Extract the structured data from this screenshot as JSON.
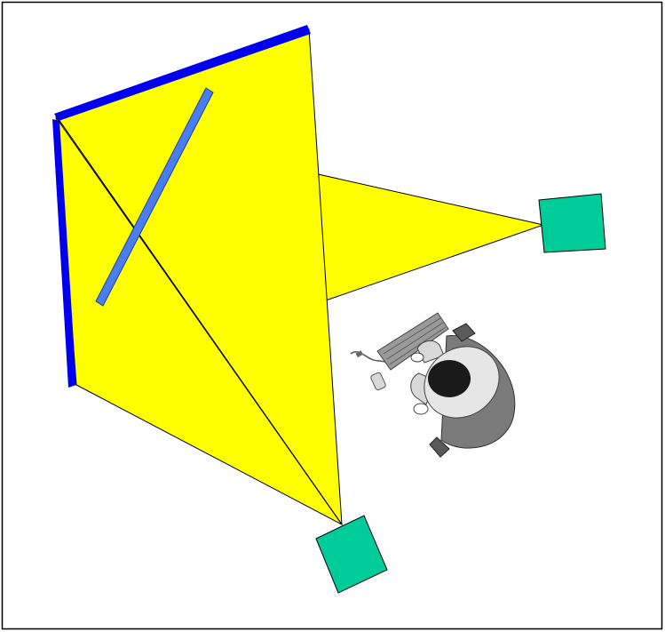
{
  "diagram": {
    "colors": {
      "background": "#ffffff",
      "frame_border": "#000000",
      "projection_fill": "#ffff00",
      "projection_stroke": "#000000",
      "screen_edge": "#0000ee",
      "mirror": "#4a7df0",
      "projector": "#00cc99",
      "person_dark": "#1a1a1a",
      "person_gray": "#7a7a7a",
      "person_light": "#d8d8d8"
    },
    "elements": {
      "screen": "projection-screen",
      "mirror": "mirror-strip",
      "projector_right": "projector",
      "projector_bottom": "projector",
      "person": "person-at-desk-icon"
    }
  }
}
